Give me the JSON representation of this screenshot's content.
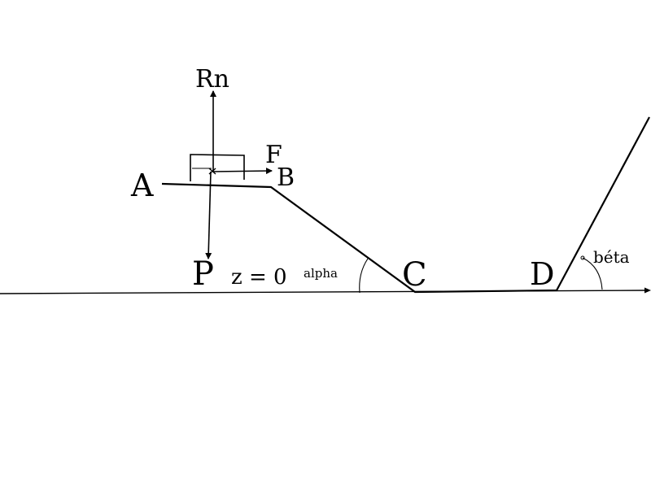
{
  "labels": {
    "rn": "Rn",
    "f": "F",
    "a": "A",
    "b": "B",
    "p": "P",
    "z": "z = 0",
    "alpha": "alpha",
    "c": "C",
    "d": "D",
    "beta": "béta"
  },
  "colors": {
    "ink": "#000000",
    "background": "#ffffff"
  }
}
